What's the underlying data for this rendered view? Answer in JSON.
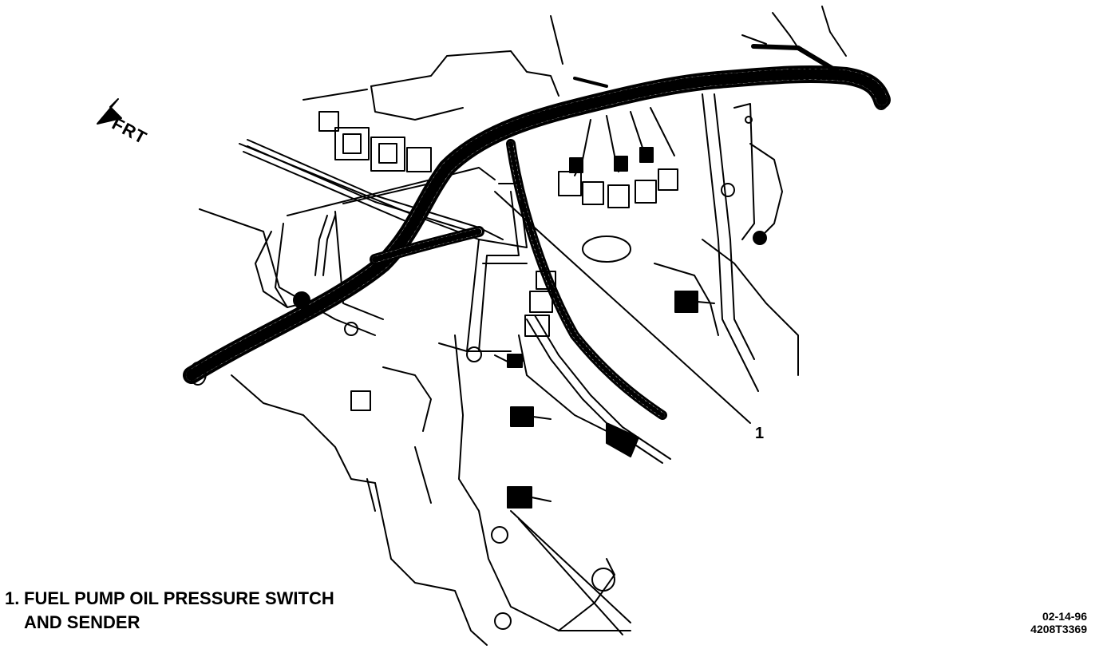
{
  "direction_indicator": {
    "label": "FRT",
    "icon": "arrow-icon"
  },
  "callouts": [
    {
      "number": "1"
    }
  ],
  "legend": {
    "items": [
      {
        "number": "1.",
        "line1": "FUEL PUMP OIL PRESSURE SWITCH",
        "line2": "AND SENDER"
      }
    ]
  },
  "stamp": {
    "date": "02-14-96",
    "code": "4208T3369"
  },
  "colors": {
    "ink": "#000000",
    "paper": "#ffffff"
  }
}
